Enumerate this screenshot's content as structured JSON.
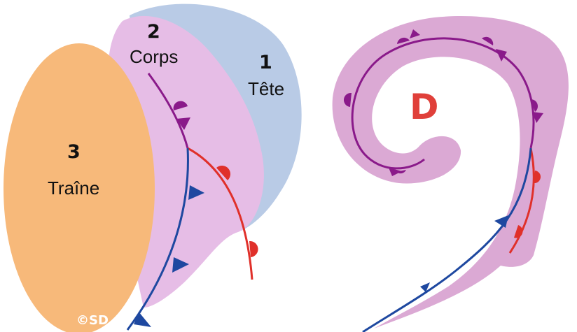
{
  "diagram": {
    "regions": [
      {
        "id": "tete",
        "number": "1",
        "label": "Tête",
        "color": "#b9cbe6"
      },
      {
        "id": "corps",
        "number": "2",
        "label": "Corps",
        "color": "#e6bde6"
      },
      {
        "id": "traine",
        "number": "3",
        "label": "Traîne",
        "color": "#f7b97a"
      }
    ],
    "depression_symbol": "D",
    "depression_color": "#e0403a",
    "spiral_color": "#dba9d4",
    "front_colors": {
      "occluded": "#8a1a8a",
      "warm": "#e0302a",
      "cold": "#1e48a0"
    },
    "copyright": "©SD"
  }
}
